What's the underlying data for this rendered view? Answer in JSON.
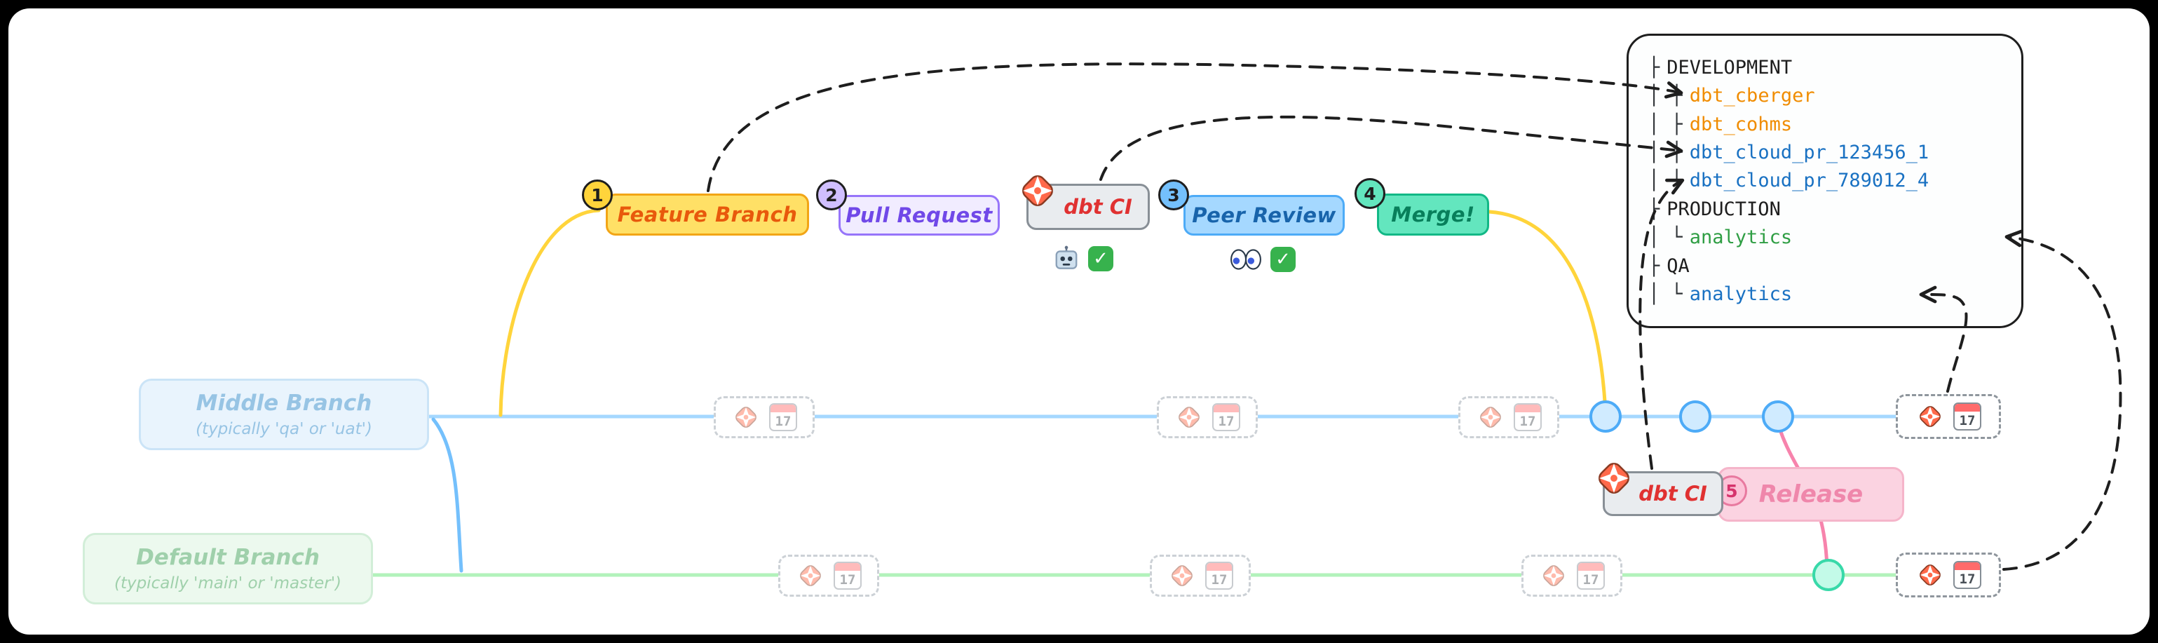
{
  "palette": {
    "ink": "#1e1e1e",
    "dbt_orange": "#ff694a",
    "yellow_fill": "#ffe066",
    "yellow_border": "#f2a516",
    "yellow_line": "#ffd43b",
    "orange_text": "#e8590c",
    "purple_fill": "#f1ecff",
    "purple_border": "#9775fa",
    "purple_text": "#7048e8",
    "blue_fill": "#a5d8ff",
    "blue_border": "#4dabf7",
    "blue_text": "#1864ab",
    "green_fill": "#63e6be",
    "green_border": "#12b886",
    "green_text": "#087f5b",
    "gray_fill": "#e9ecef",
    "gray_border": "#888f96",
    "ci_text": "#e03131",
    "pink_fill": "#fbd3e1",
    "pink_border": "#f5b5ca",
    "pink_text": "#e64980",
    "middle_line": "#a5d8ff",
    "default_line": "#b2f2bb",
    "pink_line": "#f783ac",
    "tree_orange": "#f08c00",
    "tree_blue": "#1971c2",
    "tree_green": "#2f9e44",
    "check_green": "#37b24d"
  },
  "workflow": {
    "step1": {
      "badge": "1",
      "label": "Feature Branch"
    },
    "step2": {
      "badge": "2",
      "label": "Pull Request"
    },
    "ci": {
      "label": "dbt CI"
    },
    "step3": {
      "badge": "3",
      "label": "Peer Review"
    },
    "step4": {
      "badge": "4",
      "label": "Merge!"
    }
  },
  "statuses": {
    "ci_pass": "✓",
    "review_pass": "✓"
  },
  "environments": [
    {
      "prefix": "├",
      "name": "DEVELOPMENT"
    },
    {
      "prefix": "│ ├",
      "name": "dbt_cberger"
    },
    {
      "prefix": "│ ├",
      "name": "dbt_cohms"
    },
    {
      "prefix": "│ ├",
      "name": "dbt_cloud_pr_123456_1"
    },
    {
      "prefix": "│ └",
      "name": "dbt_cloud_pr_789012_4"
    },
    {
      "prefix": "├",
      "name": "PRODUCTION"
    },
    {
      "prefix": "│ └",
      "name": "analytics"
    },
    {
      "prefix": "├",
      "name": "QA"
    },
    {
      "prefix": "│ └",
      "name": "analytics"
    }
  ],
  "branches": {
    "middle": {
      "title": "Middle Branch",
      "subtitle": "(typically 'qa' or 'uat')"
    },
    "default": {
      "title": "Default Branch",
      "subtitle": "(typically 'main' or 'master')"
    }
  },
  "release": {
    "badge": "5",
    "label": "Release",
    "ci_label": "dbt CI"
  },
  "calendar": {
    "day": "17"
  }
}
